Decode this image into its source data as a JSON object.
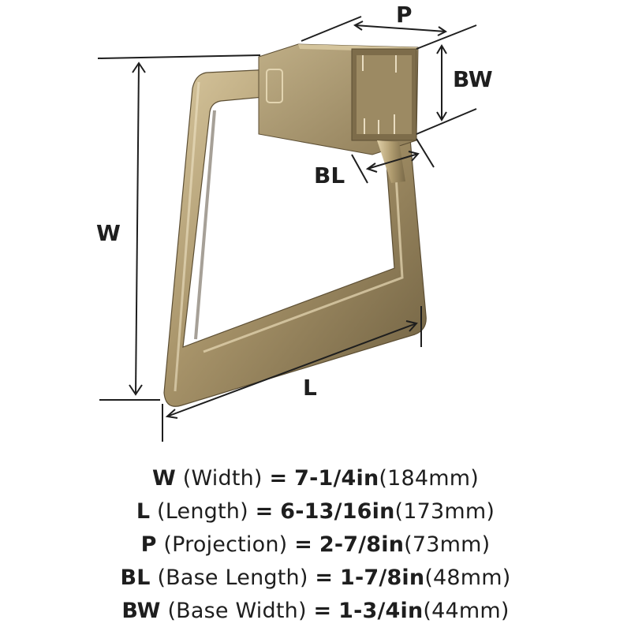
{
  "diagram": {
    "title": "Towel ring dimension diagram",
    "labels": {
      "p": "P",
      "bw": "BW",
      "bl": "BL",
      "w": "W",
      "l": "L"
    },
    "colors": {
      "finish_light": "#c9b58a",
      "finish_mid": "#a8946a",
      "finish_dark": "#6e5f40",
      "line": "#1e1e1e"
    }
  },
  "specs": [
    {
      "abbr": "W",
      "name": "(Width)",
      "eq": "=",
      "imperial": "7-1/4in",
      "metric": "(184mm)"
    },
    {
      "abbr": "L",
      "name": "(Length)",
      "eq": "=",
      "imperial": "6-13/16in",
      "metric": "(173mm)"
    },
    {
      "abbr": "P",
      "name": "(Projection)",
      "eq": "=",
      "imperial": "2-7/8in",
      "metric": "(73mm)"
    },
    {
      "abbr": "BL",
      "name": "(Base Length)",
      "eq": "=",
      "imperial": "1-7/8in",
      "metric": "(48mm)"
    },
    {
      "abbr": "BW",
      "name": "(Base Width)",
      "eq": "=",
      "imperial": "1-3/4in",
      "metric": "(44mm)"
    }
  ]
}
